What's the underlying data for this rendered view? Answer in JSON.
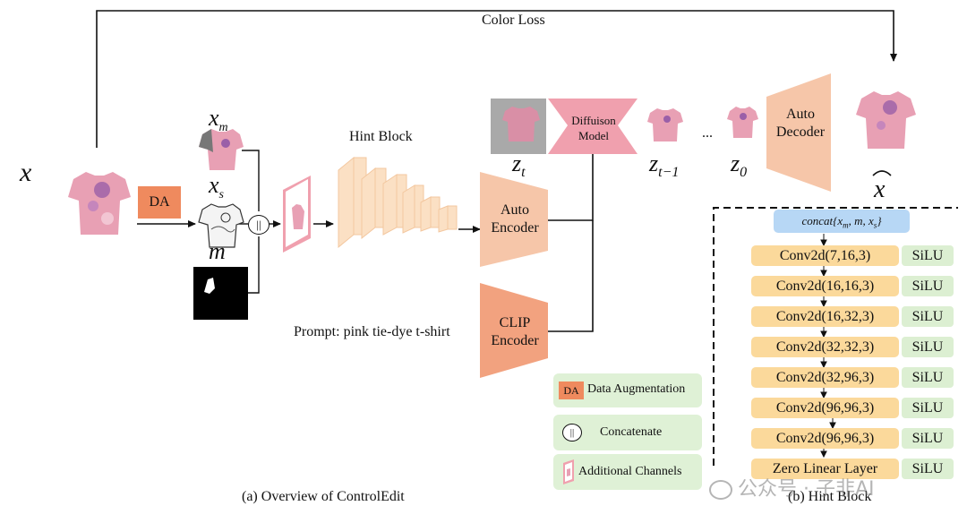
{
  "top_loss_label": "Color Loss",
  "input_label": "x",
  "da_label": "DA",
  "xm_label": {
    "base": "x",
    "sub": "m"
  },
  "xs_label": {
    "base": "x",
    "sub": "s"
  },
  "m_label": "m",
  "concat_symbol": "||",
  "hint_block_title": "Hint Block",
  "auto_encoder_label": [
    "Auto",
    "Encoder"
  ],
  "clip_encoder_label": [
    "CLIP",
    "Encoder"
  ],
  "prompt_text": "Prompt: pink tie-dye t-shirt",
  "diffusion_label": [
    "Diffuison",
    "Model"
  ],
  "zt_label": {
    "base": "z",
    "sub": "t"
  },
  "zt1_label": {
    "base": "z",
    "sub": "t−1"
  },
  "z0_label": {
    "base": "z",
    "sub": "0"
  },
  "ellipsis": "...",
  "auto_decoder_label": [
    "Auto",
    "Decoder"
  ],
  "output_label": "x",
  "legend": {
    "da_tag": "DA",
    "da_text": "Data Augmentation",
    "concat_symbol": "||",
    "concat_text": "Concatenate",
    "channels_text": "Additional Channels"
  },
  "caption_a": "(a) Overview of ControlEdit",
  "caption_b": "(b) Hint Block",
  "hint_panel": {
    "concat_label": "concat{x",
    "concat_parts": [
      "concat{",
      "x",
      "m",
      ", m, x",
      "s",
      "}"
    ],
    "layers": [
      "Conv2d(7,16,3)",
      "Conv2d(16,16,3)",
      "Conv2d(16,32,3)",
      "Conv2d(32,32,3)",
      "Conv2d(32,96,3)",
      "Conv2d(96,96,3)",
      "Conv2d(96,96,3)",
      "Zero Linear Layer"
    ],
    "activation": "SiLU"
  },
  "watermark": "公众号 · 子非AI",
  "colors": {
    "tshirt_pink": "#e8a0b4",
    "tie_dye_purple": "#9a5fa8",
    "da_orange": "#ef8a5e",
    "encoder_peach": "#f6c6a9",
    "clip_orange": "#f2a27f",
    "diffusion_pink": "#f0a0ae",
    "conv_yellow": "#fbd99b",
    "silu_green": "#dcefd2",
    "concat_blue": "#b7d7f5",
    "legend_green": "#dff1d6"
  }
}
